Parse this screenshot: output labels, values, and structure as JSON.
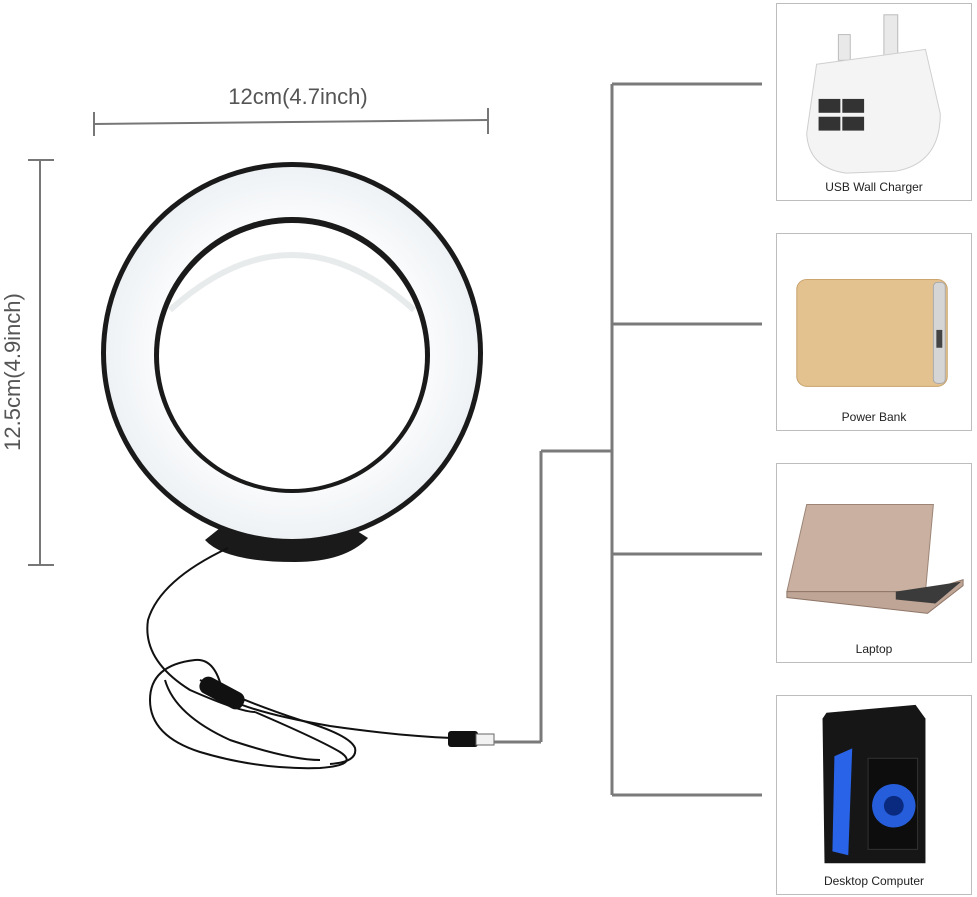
{
  "dimensions": {
    "width_label": "12cm(4.7inch)",
    "height_label": "12.5cm(4.9inch)"
  },
  "power_sources": [
    {
      "label": "USB Wall Charger",
      "icon": "usb-wall-charger-icon"
    },
    {
      "label": "Power Bank",
      "icon": "power-bank-icon"
    },
    {
      "label": "Laptop",
      "icon": "laptop-icon"
    },
    {
      "label": "Desktop Computer",
      "icon": "desktop-computer-icon"
    }
  ],
  "colors": {
    "connector_line": "#7a7a7a",
    "ring_frame": "#1a1a1a",
    "ring_light": "#ffffff",
    "card_border": "#bdbdbd",
    "power_bank_gold": "#e3c28f",
    "desktop_blue": "#2a6cff"
  }
}
